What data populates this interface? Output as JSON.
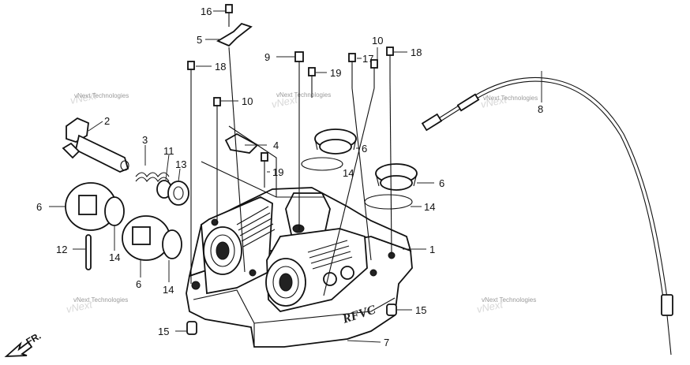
{
  "diagram": {
    "callouts": [
      {
        "label": "16"
      },
      {
        "label": "5"
      },
      {
        "label": "18"
      },
      {
        "label": "9"
      },
      {
        "label": "19"
      },
      {
        "label": "17"
      },
      {
        "label": "10"
      },
      {
        "label": "18"
      },
      {
        "label": "10"
      },
      {
        "label": "2"
      },
      {
        "label": "3"
      },
      {
        "label": "11"
      },
      {
        "label": "13"
      },
      {
        "label": "4"
      },
      {
        "label": "6"
      },
      {
        "label": "14"
      },
      {
        "label": "8"
      },
      {
        "label": "19"
      },
      {
        "label": "6"
      },
      {
        "label": "14"
      },
      {
        "label": "6"
      },
      {
        "label": "12"
      },
      {
        "label": "14"
      },
      {
        "label": "6"
      },
      {
        "label": "14"
      },
      {
        "label": "1"
      },
      {
        "label": "15"
      },
      {
        "label": "15"
      },
      {
        "label": "7"
      }
    ],
    "watermarks": [
      {
        "text": "vNext Technologies"
      },
      {
        "text": "vNext Technologies"
      },
      {
        "text": "vNext Technologies"
      },
      {
        "text": "vNext Technologies"
      },
      {
        "text": "vNext Technologies"
      }
    ],
    "cover_emblem": "RFVC",
    "front_arrow": "FR."
  }
}
